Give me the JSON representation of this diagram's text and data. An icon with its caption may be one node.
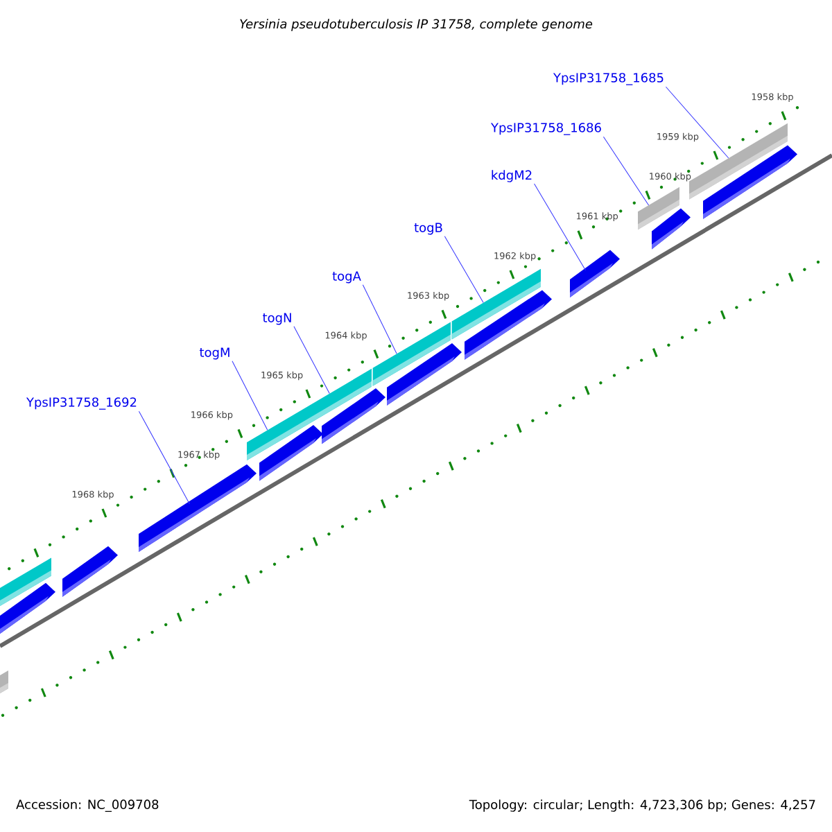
{
  "diagram": {
    "title": "Yersinia pseudotuberculosis IP 31758, complete genome",
    "nodes": [
      {
        "text": [
          "YpsIP31758_1685"
        ]
      },
      {
        "text": [
          "YpsIP31758_1686"
        ]
      },
      {
        "text": [
          "kdgM2"
        ]
      },
      {
        "text": [
          "togB"
        ]
      },
      {
        "text": [
          "togA"
        ]
      },
      {
        "text": [
          "togN"
        ]
      },
      {
        "text": [
          "togM"
        ]
      },
      {
        "text": [
          "YpsIP31758_1692"
        ]
      },
      {
        "text": [],
        "shape": "bar"
      },
      {
        "text": [],
        "shape": "bar"
      },
      {
        "text": [],
        "shape": "bar"
      },
      {
        "text": [],
        "shape": "bar"
      },
      {
        "text": [],
        "shape": "bar"
      },
      {
        "text": [],
        "shape": "bar"
      },
      {
        "text": [],
        "shape": "bar"
      },
      {
        "text": [],
        "shape": "bar"
      },
      {
        "text": [],
        "shape": "bar"
      },
      {
        "text": [],
        "shape": "bar"
      },
      {
        "text": [],
        "shape": "bar"
      },
      {
        "text": [],
        "shape": "bar"
      },
      {
        "text": [],
        "shape": "bar"
      },
      {
        "text": [],
        "shape": "bar"
      },
      {
        "text": [],
        "shape": "bar"
      },
      {
        "text": [],
        "shape": "bar"
      },
      {
        "text": [],
        "shape": "bar"
      }
    ],
    "edges": [
      {
        "from": 0,
        "to": 23,
        "arrow": "none"
      },
      {
        "from": 1,
        "to": 21,
        "arrow": "none"
      },
      {
        "from": 2,
        "to": 20,
        "arrow": "none"
      },
      {
        "from": 3,
        "to": 18,
        "arrow": "none"
      },
      {
        "from": 4,
        "to": 16,
        "arrow": "none"
      },
      {
        "from": 5,
        "to": 13,
        "arrow": "none"
      },
      {
        "from": 6,
        "to": 13,
        "arrow": "none"
      },
      {
        "from": 7,
        "to": 12,
        "arrow": "none"
      }
    ],
    "labels": [
      "1958 kbp",
      "1959 kbp",
      "1960 kbp",
      "1961 kbp",
      "1962 kbp",
      "1963 kbp",
      "1964 kbp",
      "1965 kbp",
      "1966 kbp",
      "1967 kbp",
      "1968 kbp",
      "Accession: NC_009708",
      "Topology: circular; Length: 4,723,306 bp; Genes: 4,257"
    ]
  }
}
